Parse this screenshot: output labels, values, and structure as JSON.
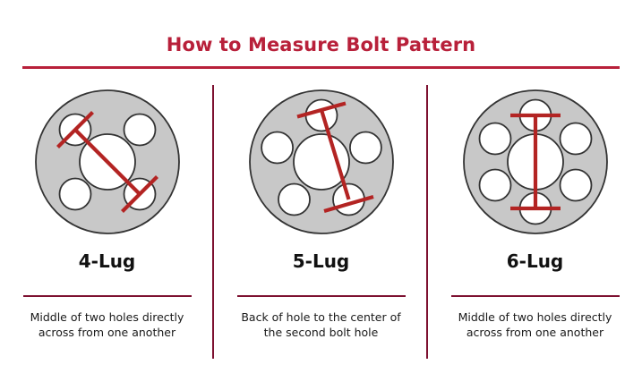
{
  "header": {
    "title": "How to Measure Bolt Pattern"
  },
  "colors": {
    "title": "#b8203a",
    "rule": "#b8203a",
    "divider": "#7d1030",
    "measure_line": "#b32423",
    "disc_fill": "#c8c8c8",
    "disc_stroke": "#333333",
    "hole_fill": "#ffffff",
    "label": "#111111",
    "caption": "#1a1a1a",
    "background": "#ffffff"
  },
  "columns": [
    {
      "id": "four-lug",
      "label": "4-Lug",
      "caption": "Middle of two holes directly across from one another",
      "lug_count": 4,
      "measurement": "diagonal-hole-center-to-hole-center",
      "icon": "wheel-4-lug-icon"
    },
    {
      "id": "five-lug",
      "label": "5-Lug",
      "caption": "Back of hole to the center of the second bolt hole",
      "lug_count": 5,
      "measurement": "back-of-hole-to-second-hole-center",
      "icon": "wheel-5-lug-icon"
    },
    {
      "id": "six-lug",
      "label": "6-Lug",
      "caption": "Middle of two holes directly across from one another",
      "lug_count": 6,
      "measurement": "vertical-hole-center-to-hole-center",
      "icon": "wheel-6-lug-icon"
    }
  ]
}
